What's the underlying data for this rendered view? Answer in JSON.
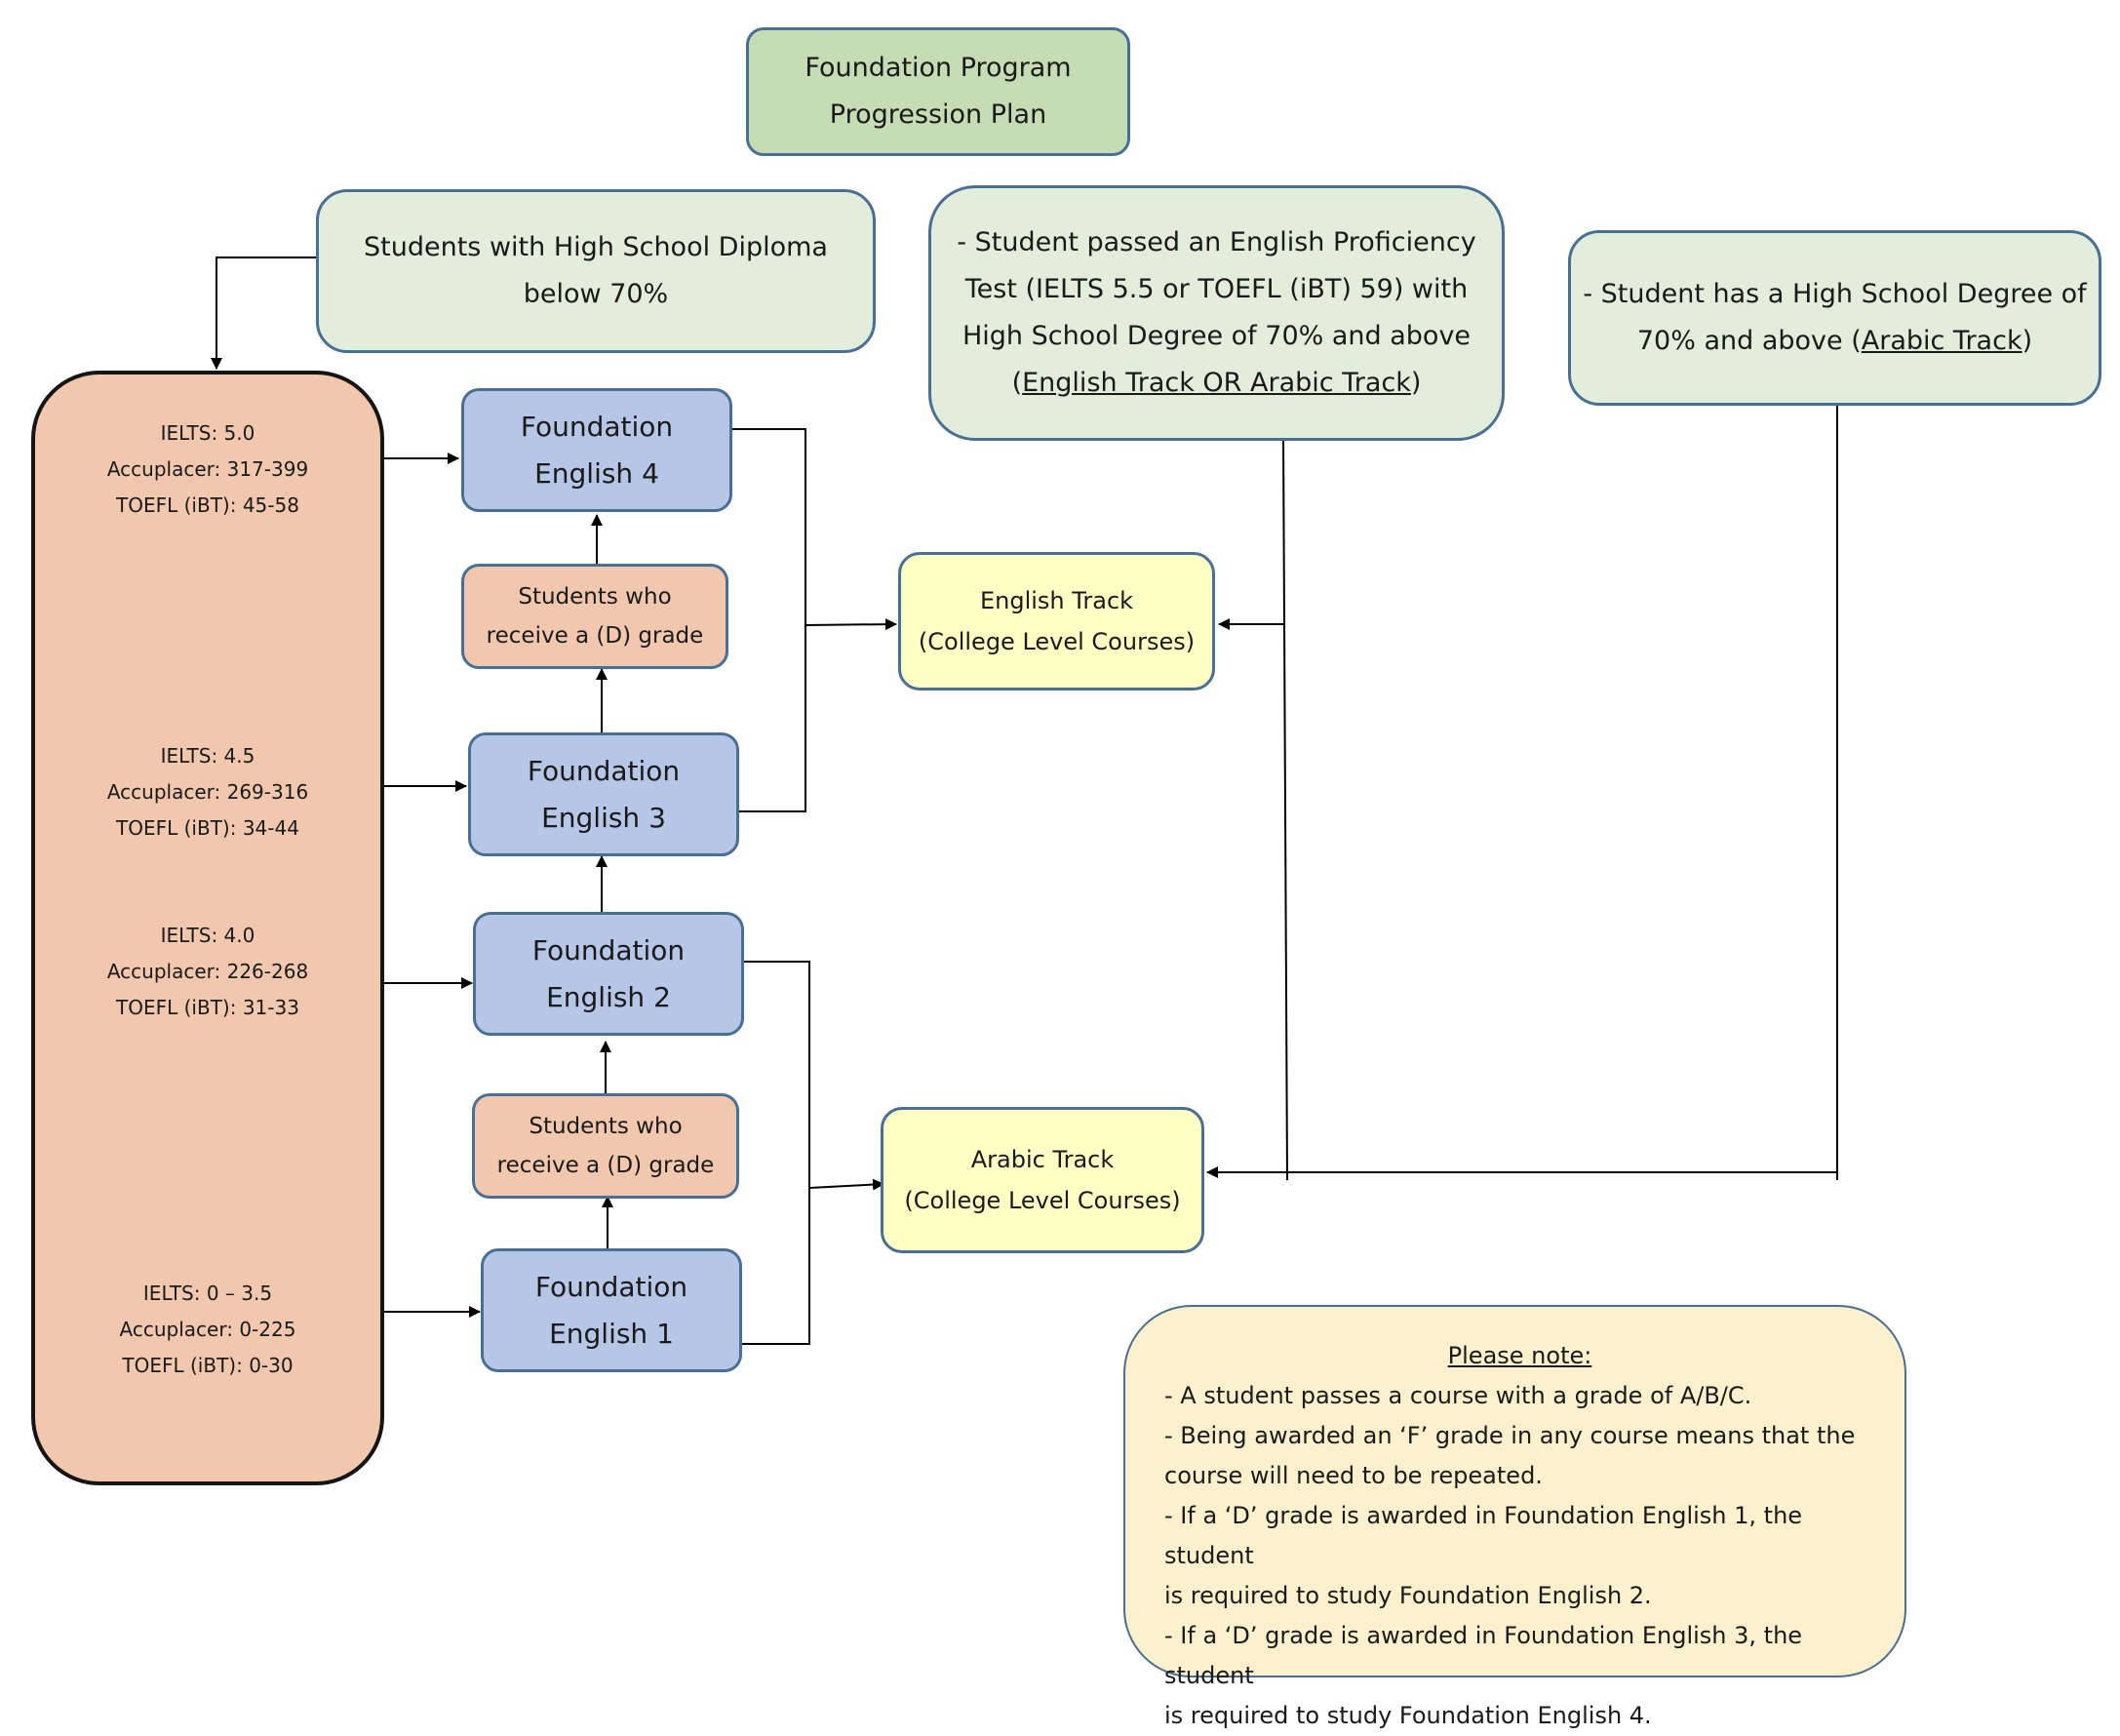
{
  "title": {
    "line1": "Foundation Program",
    "line2": "Progression Plan"
  },
  "diploma_box": {
    "line1": "Students with High School Diploma",
    "line2": "below 70%"
  },
  "proficiency_box": {
    "line1": "- Student passed an English Proficiency",
    "line2": "Test (IELTS 5.5 or TOEFL (iBT) 59) with",
    "line3": "High School Degree of 70% and above",
    "line4_open": "(",
    "line4_link": "English Track OR Arabic Track",
    "line4_close": ")"
  },
  "arabic_entry_box": {
    "line1": "- Student has a High School Degree of",
    "line2_prefix": "70% and above (",
    "line2_link": "Arabic Track",
    "line2_close": ")"
  },
  "entry_requirements": [
    {
      "ielts": "IELTS: 5.0",
      "accuplacer": "Accuplacer: 317-399",
      "toefl": "TOEFL (iBT): 45-58"
    },
    {
      "ielts": "IELTS: 4.5",
      "accuplacer": "Accuplacer: 269-316",
      "toefl": "TOEFL (iBT): 34-44"
    },
    {
      "ielts": "IELTS: 4.0",
      "accuplacer": "Accuplacer: 226-268",
      "toefl": "TOEFL (iBT): 31-33"
    },
    {
      "ielts": "IELTS: 0 – 3.5",
      "accuplacer": "Accuplacer: 0-225",
      "toefl": "TOEFL (iBT): 0-30"
    }
  ],
  "courses": {
    "fe4": {
      "line1": "Foundation",
      "line2": "English 4"
    },
    "fe3": {
      "line1": "Foundation",
      "line2": "English 3"
    },
    "fe2": {
      "line1": "Foundation",
      "line2": "English 2"
    },
    "fe1": {
      "line1": "Foundation",
      "line2": "English 1"
    }
  },
  "d_grade_upper": {
    "line1": "Students who",
    "line2": "receive a (D) grade"
  },
  "d_grade_lower": {
    "line1": "Students who",
    "line2": "receive a (D) grade"
  },
  "english_track": {
    "line1": "English Track",
    "line2": "(College Level Courses)"
  },
  "arabic_track": {
    "line1": "Arabic Track",
    "line2": "(College Level Courses)"
  },
  "note": {
    "heading": "Please note:",
    "lines": [
      "- A student passes a course with a grade of A/B/C.",
      "- Being awarded an ‘F’ grade in any course means that the",
      "course will need to be repeated.",
      "- If a ‘D’ grade is awarded in Foundation English 1, the student",
      "is required to study Foundation English 2.",
      "- If a ‘D’ grade is awarded in Foundation English 3, the student",
      "is required to study Foundation English 4."
    ]
  },
  "colors": {
    "title_fill": "#c6dcb4",
    "green_fill": "#e3eddb",
    "peach_fill": "#f1c8ae",
    "course_fill": "#b6c6e6",
    "track_fill": "#feffc4",
    "note_fill": "#fdf0cc",
    "border": "#4a6f94"
  }
}
